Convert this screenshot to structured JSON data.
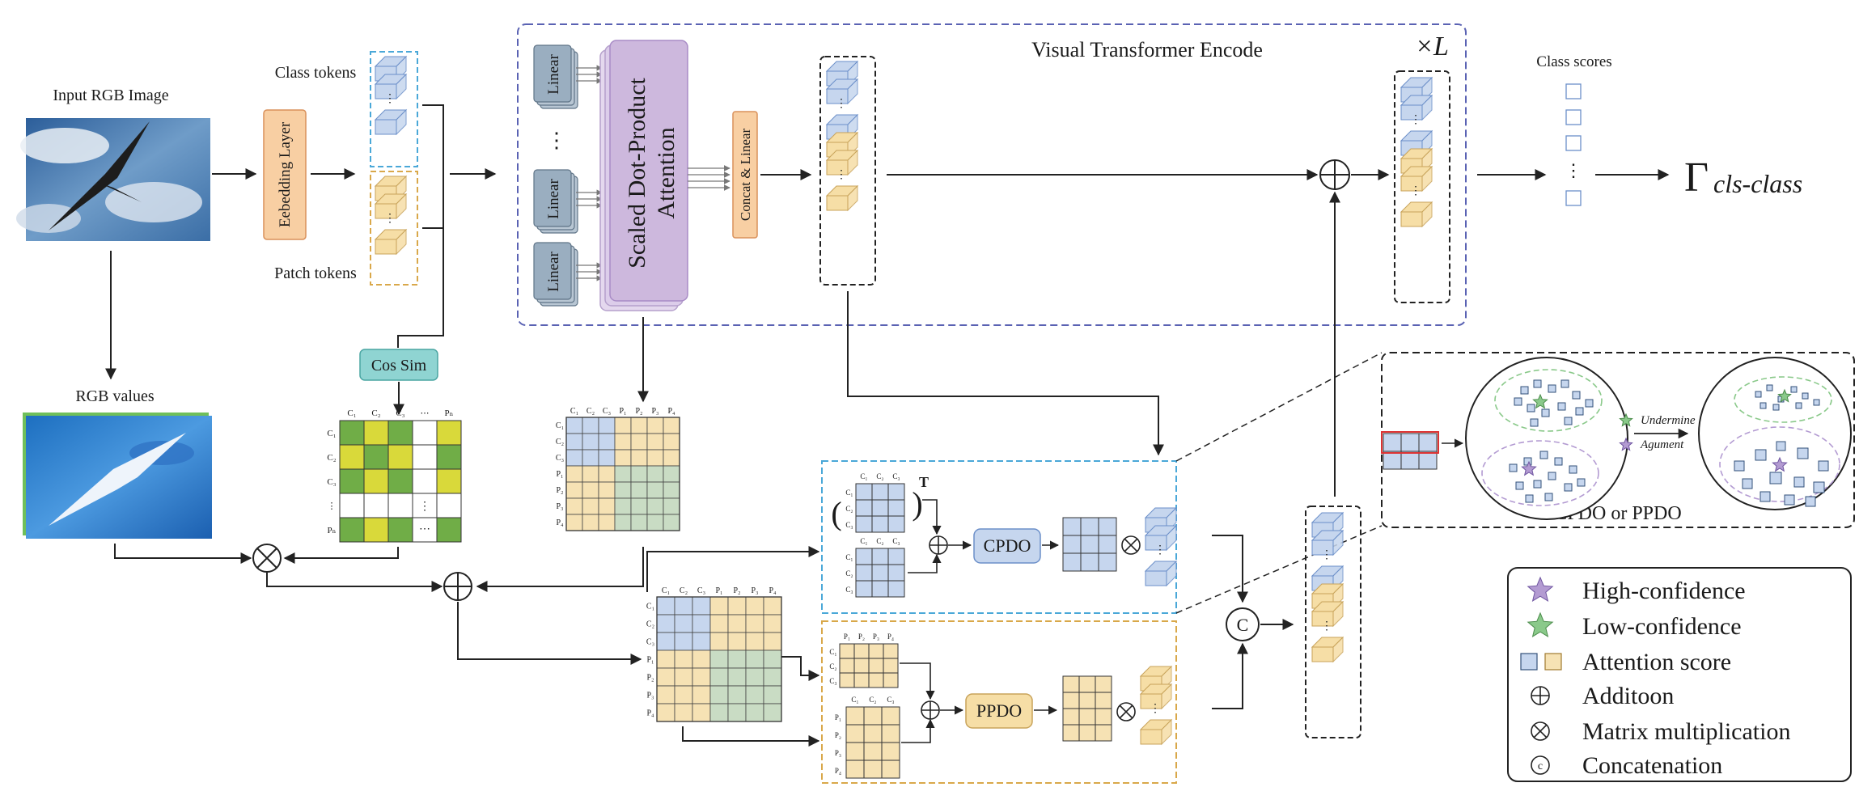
{
  "input": {
    "title": "Input RGB Image"
  },
  "rgb": {
    "title": "RGB values"
  },
  "embedding": {
    "label": "Eebedding Layer"
  },
  "tokens": {
    "class_label": "Class tokens",
    "patch_label": "Patch tokens"
  },
  "cossim": {
    "label": "Cos Sim"
  },
  "encoder": {
    "title": "Visual Transformer Encode",
    "repeat": "×L",
    "linear": "Linear",
    "attention_line1": "Scaled Dot-Product",
    "attention_line2": "Attention",
    "concat": "Concat & Linear"
  },
  "output": {
    "class_scores": "Class scores",
    "formula_main": "Γ",
    "formula_sub": "cls-class"
  },
  "cpdo": {
    "label": "CPDO",
    "transpose": "T"
  },
  "ppdo": {
    "label": "PPDO"
  },
  "detail": {
    "caption": "CPDO or PPDO",
    "undermine": "Undermine",
    "agument": "Agument"
  },
  "matrix_labels": {
    "cos_cols": [
      "C₁",
      "C₂",
      "C₃",
      "⋯",
      "Pₙ"
    ],
    "cos_rows": [
      "C₁",
      "C₂",
      "C₃",
      "⋮",
      "Pₙ"
    ],
    "attn_cols": [
      "C₁",
      "C₂",
      "C₃",
      "P₁",
      "P₂",
      "P₃",
      "P₄"
    ],
    "attn_rows": [
      "C₁",
      "C₂",
      "C₃",
      "P₁",
      "P₂",
      "P₃",
      "P₄"
    ],
    "c_small": [
      "C₁",
      "C₂",
      "C₃"
    ],
    "p_small": [
      "P₁",
      "P₂",
      "P₃",
      "P₄"
    ]
  },
  "legend": {
    "items": [
      {
        "label": "High-confidence",
        "icon": "star-purple-icon"
      },
      {
        "label": "Low-confidence",
        "icon": "star-green-icon"
      },
      {
        "label": "Attention score",
        "icon": "square-pair-icon"
      },
      {
        "label": "Additoon",
        "icon": "plus-circle-icon"
      },
      {
        "label": "Matrix multiplication",
        "icon": "times-circle-icon"
      },
      {
        "label": "Concatenation",
        "icon": "c-circle-icon"
      }
    ]
  },
  "colors": {
    "blue_token": "#c6d6ee",
    "blue_edge": "#6b8fc9",
    "yellow_token": "#f6dea6",
    "yellow_edge": "#c8a35a",
    "green_cell": "#70ad47",
    "yellow_cell": "#d9d93a",
    "attn_green": "#c9dcc4",
    "attn_blue": "#c6d6ee",
    "attn_yellow": "#f6e2b4",
    "embed": "#f8cfa3",
    "cossim": "#8fd4d2",
    "attention": "#cdb8dd",
    "linear": "#9aaec0",
    "cpdo": "#c6d6ee",
    "ppdo": "#f6dea6",
    "encoder_border": "#5a62b3",
    "cpdo_border": "#4aa8d8",
    "ppdo_border": "#d9a84a",
    "purple_star": "#b39bd2",
    "green_star": "#8ac98a"
  }
}
